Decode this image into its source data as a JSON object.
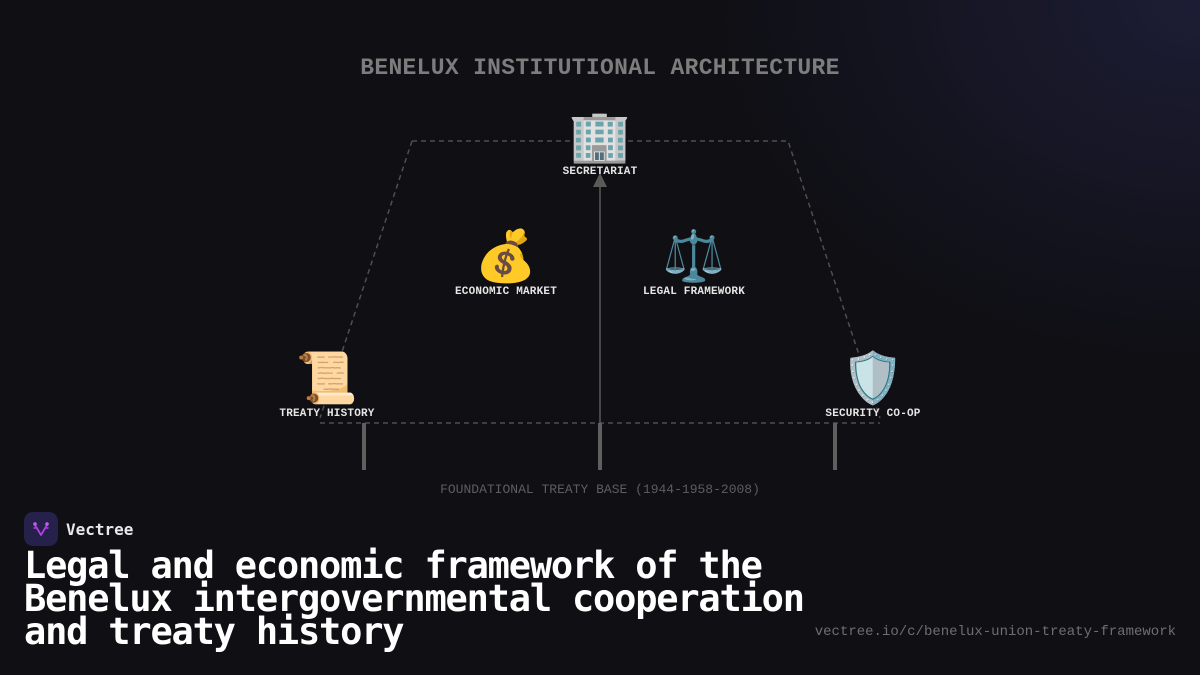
{
  "diagram": {
    "title": "BENELUX INSTITUTIONAL ARCHITECTURE",
    "nodes": [
      {
        "id": "secretariat",
        "icon": "office-building-icon",
        "glyph": "🏢",
        "label": "SECRETARIAT"
      },
      {
        "id": "economic-market",
        "icon": "money-bag-icon",
        "glyph": "💰",
        "label": "ECONOMIC MARKET"
      },
      {
        "id": "legal-framework",
        "icon": "balance-scale-icon",
        "glyph": "⚖️",
        "label": "LEGAL FRAMEWORK"
      },
      {
        "id": "treaty-history",
        "icon": "scroll-icon",
        "glyph": "📜",
        "label": "TREATY HISTORY"
      },
      {
        "id": "security-coop",
        "icon": "shield-icon",
        "glyph": "🛡️",
        "label": "SECURITY CO-OP"
      }
    ],
    "base_label": "FOUNDATIONAL TREATY BASE (1944-1958-2008)",
    "colors": {
      "line": "#555555",
      "pillar": "#666666",
      "title": "#7d7d7d"
    }
  },
  "footer": {
    "brand_name": "Vectree",
    "brand_color": "#a03ad6",
    "headline": "Legal and economic framework of the Benelux intergovernmental cooperation and treaty history",
    "url": "vectree.io/c/benelux-union-treaty-framework"
  }
}
